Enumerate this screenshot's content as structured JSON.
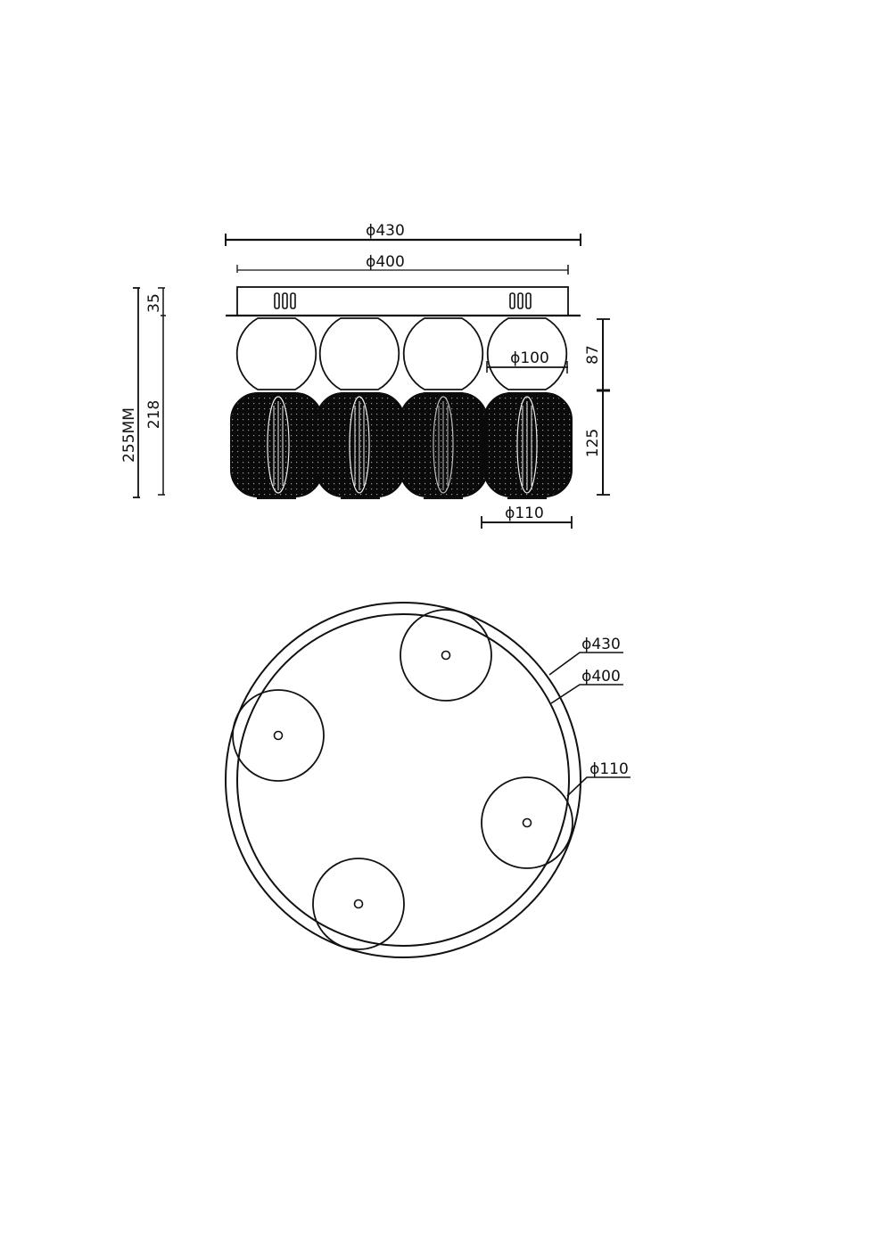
{
  "side_view": {
    "overall_width_label": "ϕ430",
    "canopy_width_label": "ϕ400",
    "canopy_height_label": "35",
    "body_height_label": "218",
    "total_height_label": "255MM",
    "globe_height_label": "87",
    "globe_diameter_label": "ϕ100",
    "lantern_height_label": "125",
    "lantern_diameter_label": "ϕ110",
    "canopy_vent_glyph": "000",
    "shade_count": 4
  },
  "top_view": {
    "outer_diameter_label": "ϕ430",
    "inner_diameter_label": "ϕ400",
    "shade_diameter_label": "ϕ110",
    "shade_count": 4
  },
  "colors": {
    "line": "#111111",
    "background": "#ffffff",
    "lantern_fill": "#0a0a0a"
  }
}
